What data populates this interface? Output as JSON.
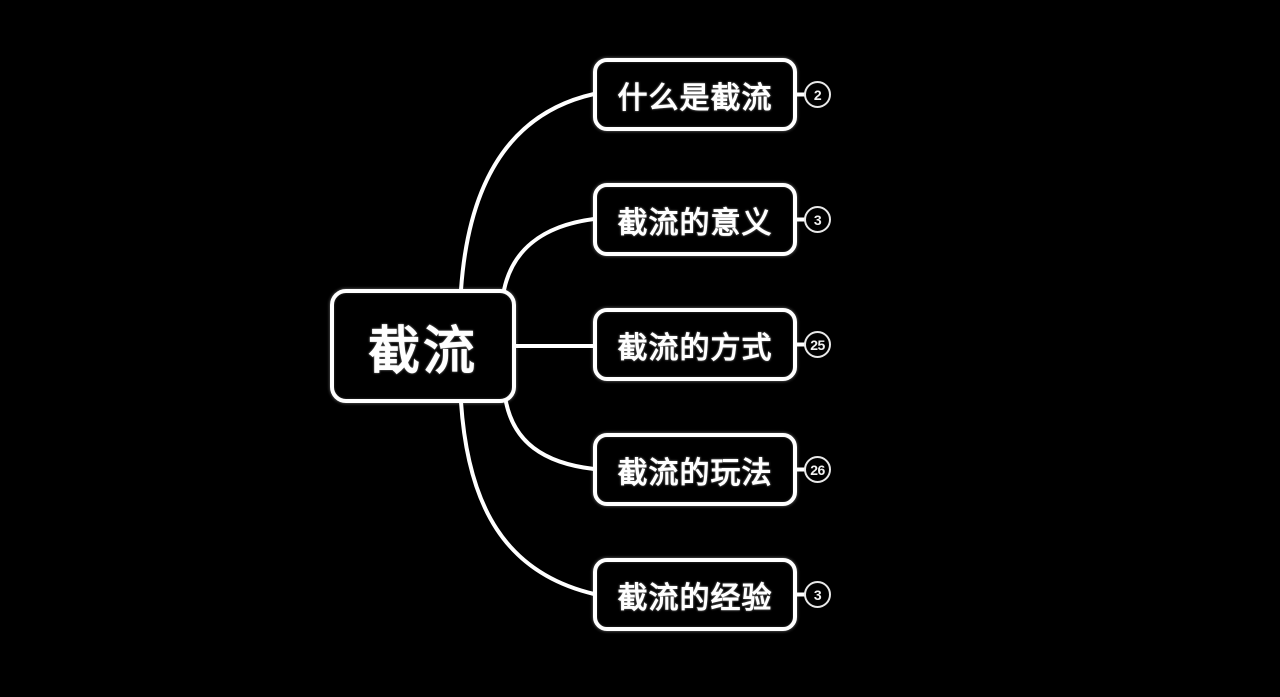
{
  "colors": {
    "background": "#000000",
    "node_fill": "#000000",
    "stroke": "#ffffff",
    "text": "#ffffff"
  },
  "mindmap": {
    "root": {
      "label": "截流"
    },
    "branches": [
      {
        "label": "什么是截流",
        "badge": "2"
      },
      {
        "label": "截流的意义",
        "badge": "3"
      },
      {
        "label": "截流的方式",
        "badge": "25"
      },
      {
        "label": "截流的玩法",
        "badge": "26"
      },
      {
        "label": "截流的经验",
        "badge": "3"
      }
    ]
  }
}
